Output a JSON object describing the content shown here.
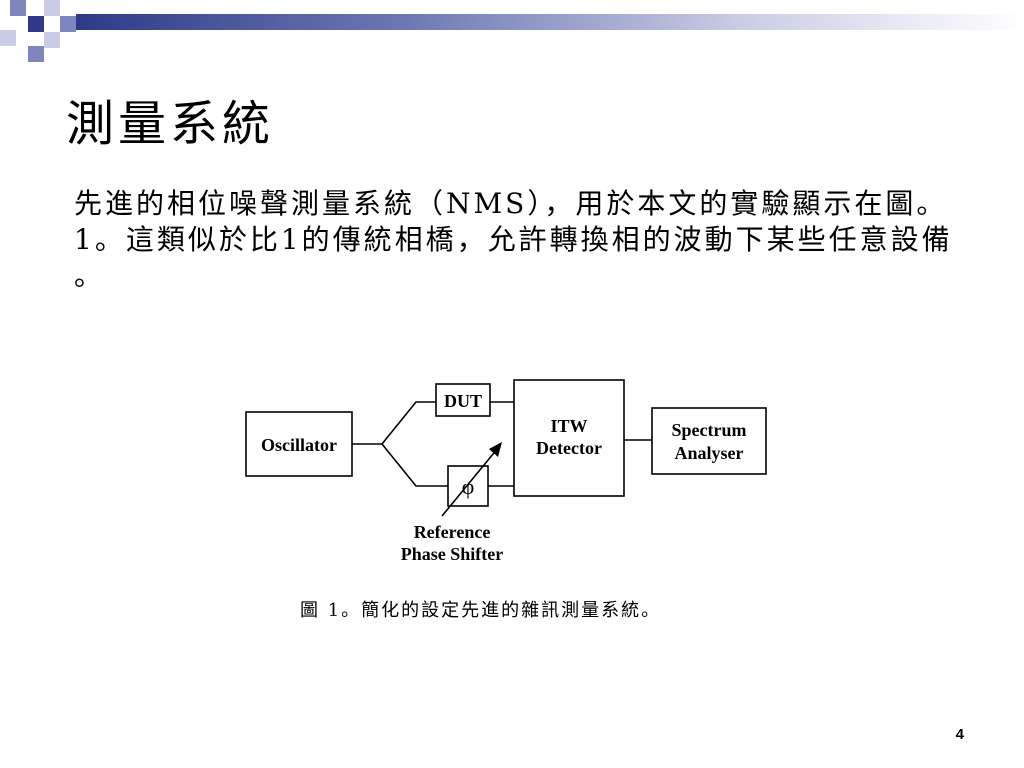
{
  "colors": {
    "accent": "#2e3a87",
    "accent_light": "#7e86bd",
    "accent_pale": "#c9cce4"
  },
  "decoration": {
    "corner_icon": "checker-squares-icon",
    "bar_icon": "gradient-bar"
  },
  "slide": {
    "title": "測量系統",
    "body": "先進的相位噪聲測量系統（NMS），用於本文的實驗顯示在圖。1。這類似於比1的傳統相橋，允許轉換相的波動下某些任意設備 。",
    "caption": "圖 1。簡化的設定先進的雜訊測量系統。",
    "page_number": "4"
  },
  "diagram": {
    "oscillator": "Oscillator",
    "dut": "DUT",
    "phase_symbol": "φ",
    "itw_line1": "ITW",
    "itw_line2": "Detector",
    "spectrum_line1": "Spectrum",
    "spectrum_line2": "Analyser",
    "ref_line1": "Reference",
    "ref_line2": "Phase Shifter"
  }
}
